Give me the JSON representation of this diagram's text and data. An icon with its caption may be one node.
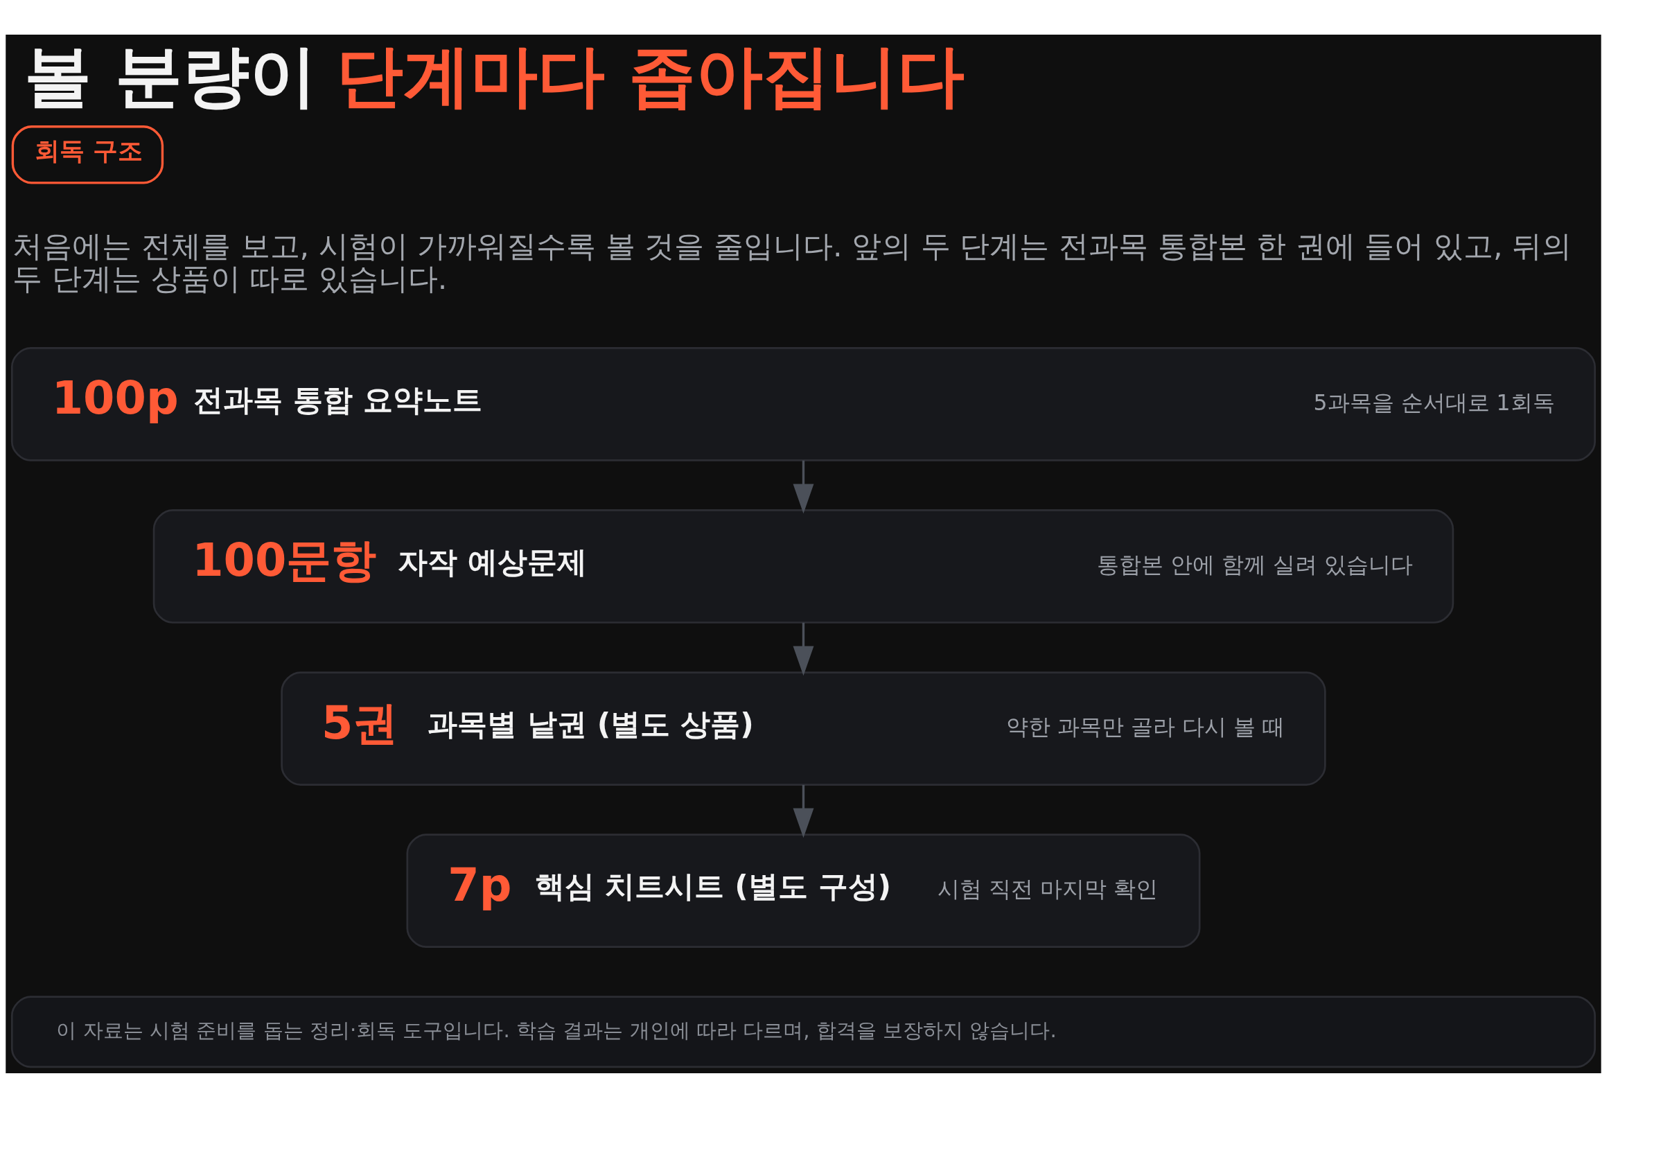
{
  "diagram": {
    "title": "볼 분량이 단계마다 좁아집니다",
    "nodes": [
      {
        "text": [
          "회독 구조"
        ]
      },
      {
        "text": [
          "100p",
          "전과목 통합 요약노트",
          "5과목을 순서대로 1회독"
        ]
      },
      {
        "text": [
          "100문항",
          "자작 예상문제",
          "통합본 안에 함께 실려 있습니다"
        ]
      },
      {
        "text": [
          "5권",
          "과목별 낱권 (별도 상품)",
          "약한 과목만 골라 다시 볼 때"
        ]
      },
      {
        "text": [
          "7p",
          "핵심 치트시트 (별도 구성)",
          "시험 직전 마지막 확인"
        ]
      },
      {
        "text": [
          "이 자료는 시험 준비를 돕는 정리·회독 도구입니다. 학습 결과는 개인에 따라 다르며, 합격을 보장하지 않습니다."
        ]
      }
    ],
    "edges": [
      {
        "from": 1,
        "to": 2,
        "arrow": "to"
      },
      {
        "from": 2,
        "to": 3,
        "arrow": "to"
      },
      {
        "from": 3,
        "to": 4,
        "arrow": "to"
      }
    ],
    "labels": [
      "처음에는 전체를 보고, 시험이 가까워질수록 볼 것을 줄입니다. 앞의 두 단계는 전과목 통합본 한 권에 들어 있고, 뒤의 두 단계는 상품이 따로 있습니다."
    ]
  }
}
